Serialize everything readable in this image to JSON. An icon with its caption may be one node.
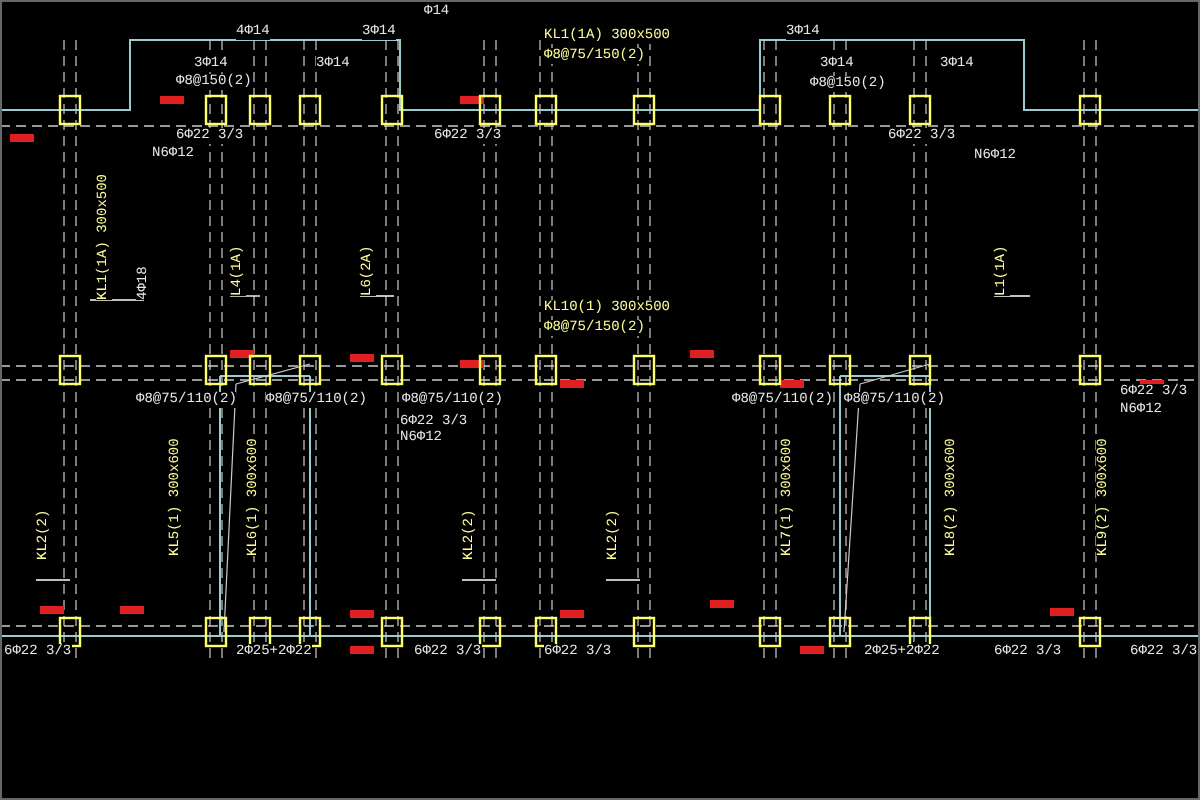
{
  "diagram": {
    "labels": [
      "Φ14",
      "4Φ14",
      "3Φ14",
      "3Φ14",
      "3Φ14",
      "Φ8@150(2)",
      "KL1(1A) 300x500",
      "Φ8@75/150(2)",
      "3Φ14",
      "3Φ14",
      "3Φ14",
      "Φ8@150(2)",
      "6Φ22 3/3",
      "N6Φ12",
      "6Φ22 3/3",
      "6Φ22 3/3",
      "N6Φ12",
      "KL1(1A) 300x500",
      "4Φ18",
      "L4(1A)",
      "L6(2A)",
      "L1(1A)",
      "KL10(1) 300x500",
      "Φ8@75/150(2)",
      "6Φ22 3/3",
      "N6Φ12",
      "Φ8@75/110(2)",
      "Φ8@75/110(2)",
      "Φ8@75/110(2)",
      "Φ8@75/110(2)",
      "Φ8@75/110(2)",
      "6Φ22 3/3",
      "N6Φ12",
      "KL2(2)",
      "KL5(1) 300x600",
      "KL6(1) 300x600",
      "KL2(2)",
      "KL2(2)",
      "KL7(1) 300x600",
      "KL8(2) 300x600",
      "KL9(2) 300x600",
      "6Φ22 3/3",
      "2Φ25+2Φ22",
      "6Φ22 3/3",
      "6Φ22 3/3",
      "2Φ25+2Φ22",
      "6Φ22 3/3",
      "6Φ22 3/3"
    ]
  }
}
